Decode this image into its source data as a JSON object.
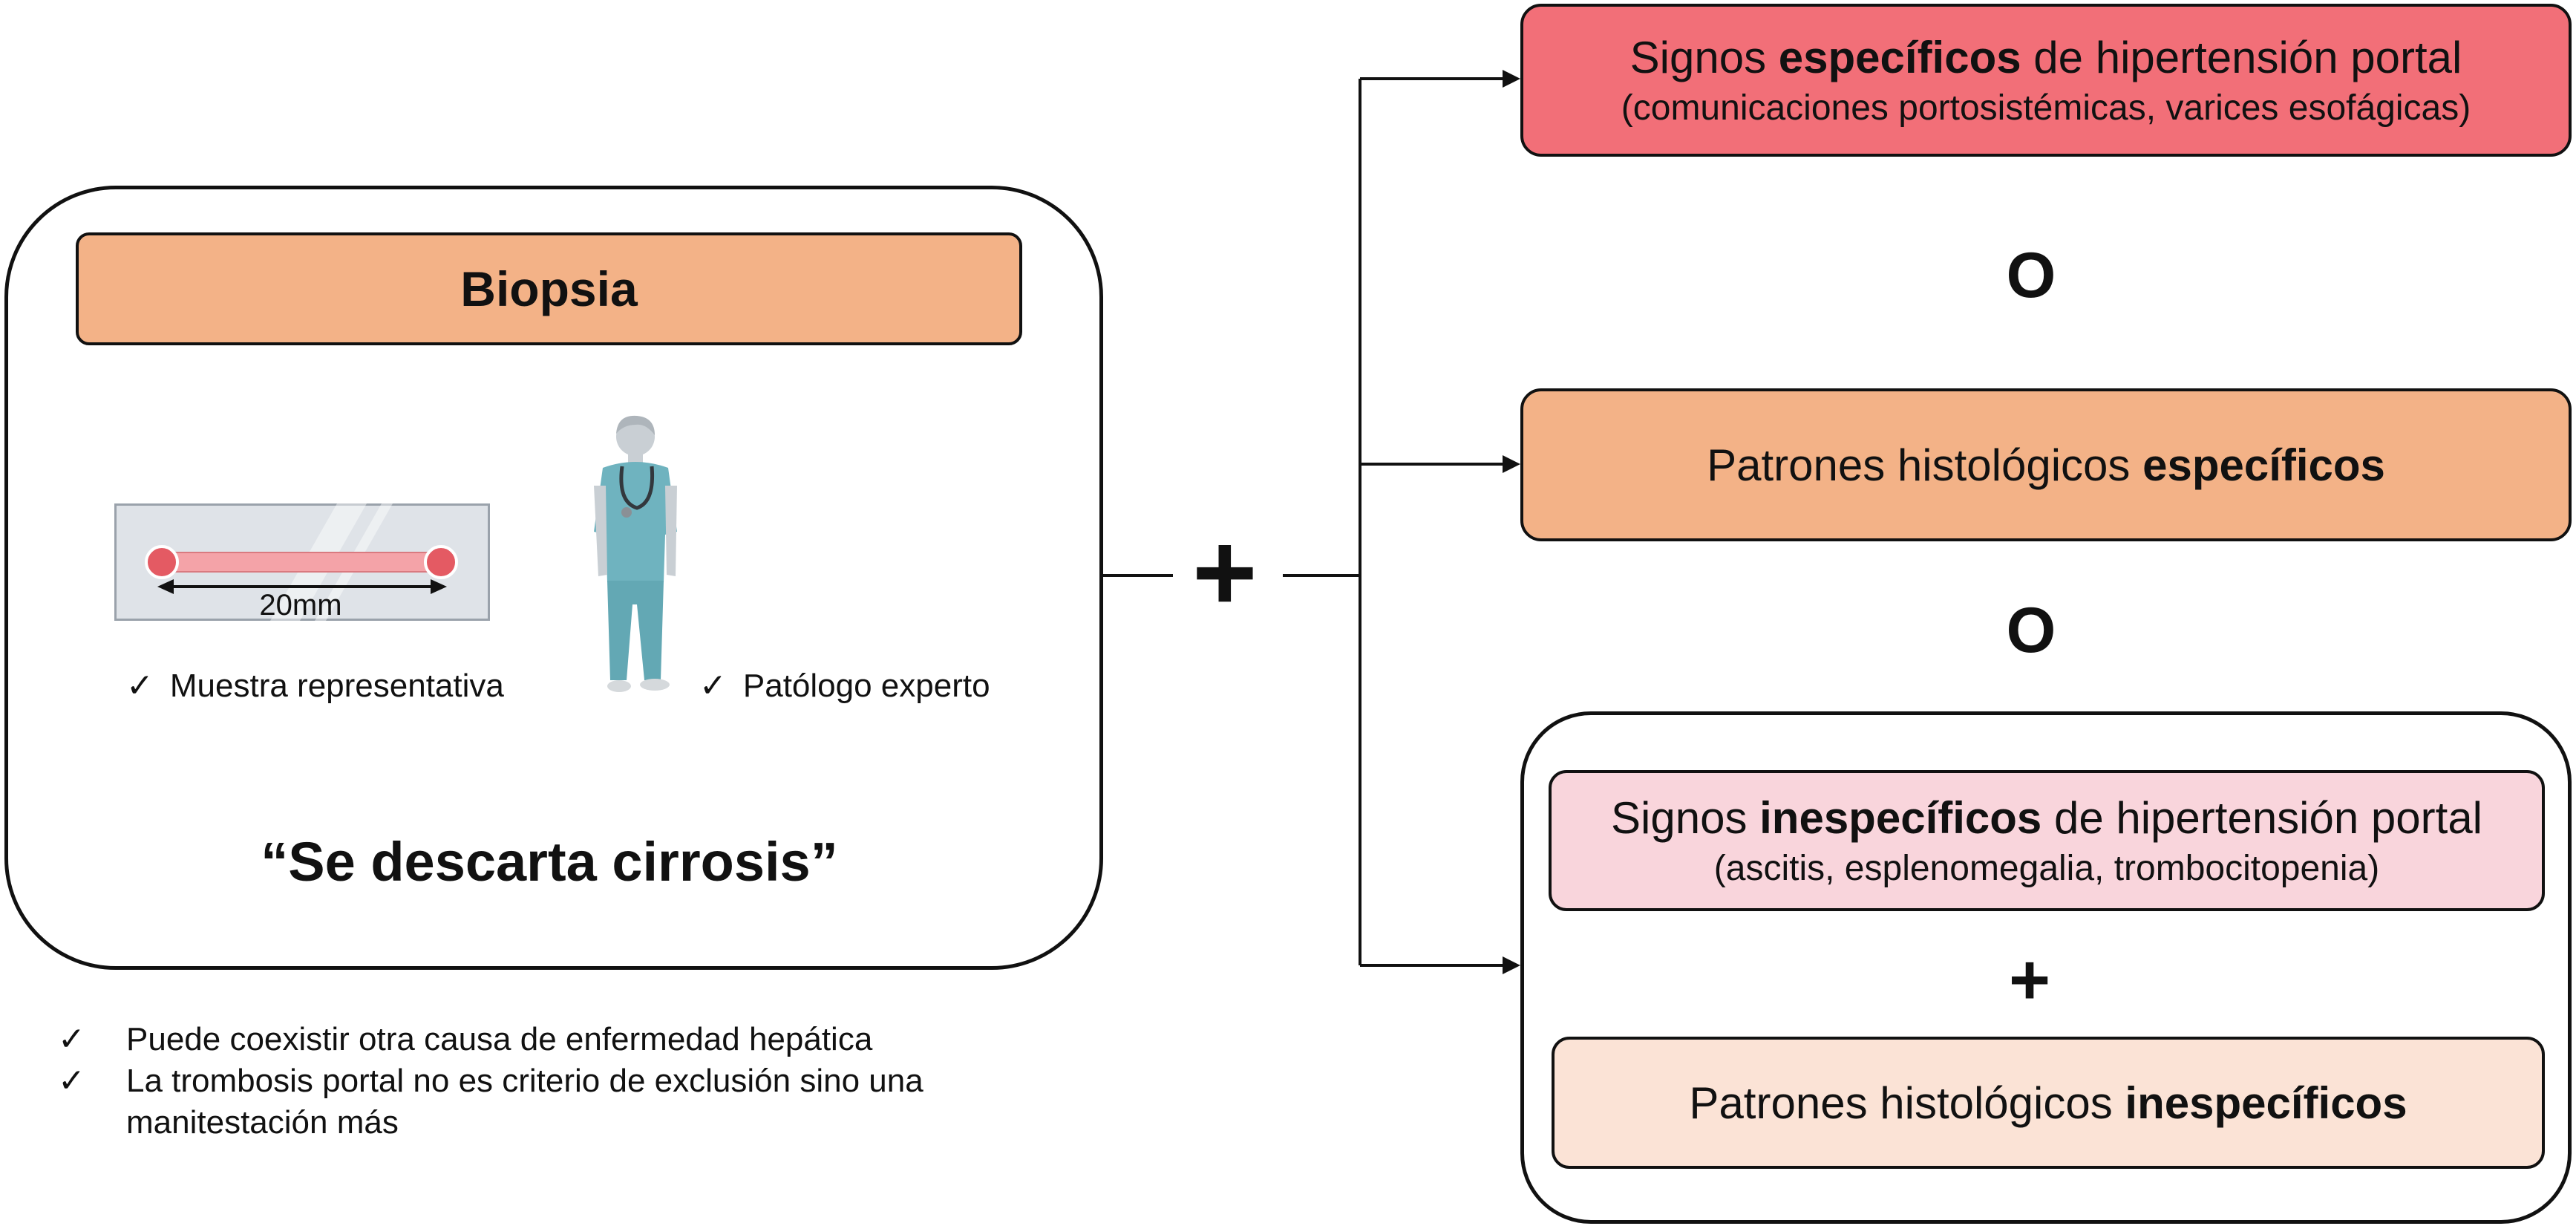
{
  "left": {
    "title": "Biopsia",
    "sample_length": "20mm",
    "caption_sample": "Muestra representativa",
    "caption_pathologist": "Patólogo experto",
    "quote": "“Se descarta cirrosis”"
  },
  "notes": {
    "check": "✓",
    "items": [
      "Puede coexistir otra causa de enfermedad hepática",
      "La trombosis portal no es criterio de exclusión sino una",
      "manitestación más"
    ]
  },
  "connectors": {
    "plus": "+",
    "or": "O"
  },
  "right": {
    "specific_signs": {
      "prefix": "Signos ",
      "bold": "específicos",
      "suffix": " de hipertensión portal",
      "detail": "(comunicaciones portosistémicas, varices esofágicas)"
    },
    "specific_patterns": {
      "prefix": "Patrones histológicos ",
      "bold": "específicos"
    },
    "nonspecific_signs": {
      "prefix": "Signos ",
      "bold": "inespecíficos",
      "suffix": " de hipertensión portal",
      "detail": "(ascitis, esplenomegalia, trombocitopenia)"
    },
    "nonspecific_patterns": {
      "prefix": "Patrones histológicos ",
      "bold": "inespecíficos"
    }
  },
  "colors": {
    "red": "#f26f78",
    "orange": "#f3b287",
    "pink": "#f9d5dc",
    "peach": "#fbe3d6",
    "scrubs": "#6fb3bf"
  }
}
